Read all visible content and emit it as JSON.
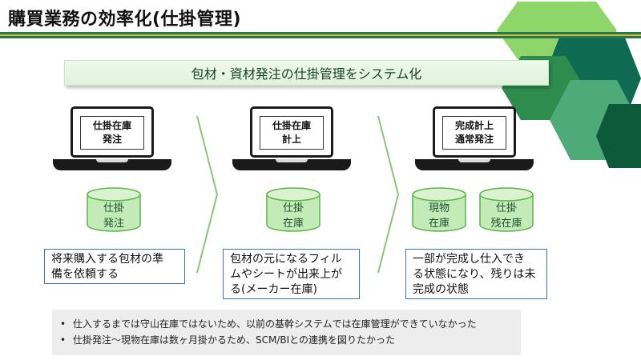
{
  "slide": {
    "title": "購買業務の効率化(仕掛管理)",
    "banner": "包材・資材発注の仕掛管理をシステム化",
    "accent_colors": {
      "dark_green": "#1f7a55",
      "gold": "#e8b81a",
      "light_green": "#8fd66a",
      "teal": "#0e6b52"
    }
  },
  "steps": [
    {
      "laptop_lines": [
        "仕掛在庫",
        "発注"
      ],
      "databases": [
        {
          "lines": [
            "仕掛",
            "発注"
          ]
        }
      ],
      "description": [
        "将来購入する包材の準",
        "備を依頼する"
      ]
    },
    {
      "laptop_lines": [
        "仕掛在庫",
        "計上"
      ],
      "databases": [
        {
          "lines": [
            "仕掛",
            "在庫"
          ]
        }
      ],
      "description": [
        "包材の元になるフィル",
        "ムやシートが出来上が",
        "る(メーカー在庫)"
      ]
    },
    {
      "laptop_lines": [
        "完成計上",
        "通常発注"
      ],
      "databases": [
        {
          "lines": [
            "現物",
            "在庫"
          ]
        },
        {
          "lines": [
            "仕掛",
            "残在庫"
          ]
        }
      ],
      "description": [
        "一部が完成し仕入でき",
        "る状態になり、残りは未",
        "完成の状態"
      ]
    }
  ],
  "notes": {
    "bullet": "•",
    "items": [
      "仕入するまでは守山在庫ではないため、以前の基幹システムでは在庫管理ができていなかった",
      "仕掛発注～現物在庫は数ヶ月掛かるため、SCM/BIとの連携を図りたかった"
    ]
  }
}
